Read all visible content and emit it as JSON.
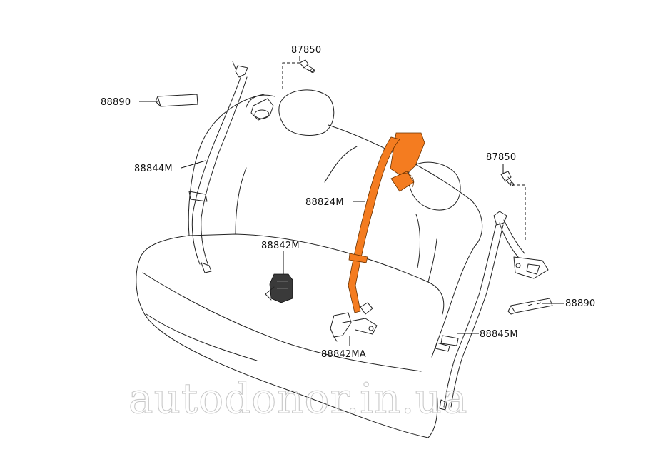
{
  "colors": {
    "highlight": "#f47c20",
    "line": "#222222",
    "watermark": "#c9c9c9"
  },
  "labels": {
    "bolt_left": "87850",
    "finisher_left": "88890",
    "belt_left": "88844M",
    "belt_center": "88824M",
    "buckle_center": "88842M",
    "bolt_right": "87850",
    "finisher_right": "88890",
    "belt_right": "88845M",
    "buckle_lower": "88842MA"
  },
  "watermark": "autodonor.in.ua"
}
